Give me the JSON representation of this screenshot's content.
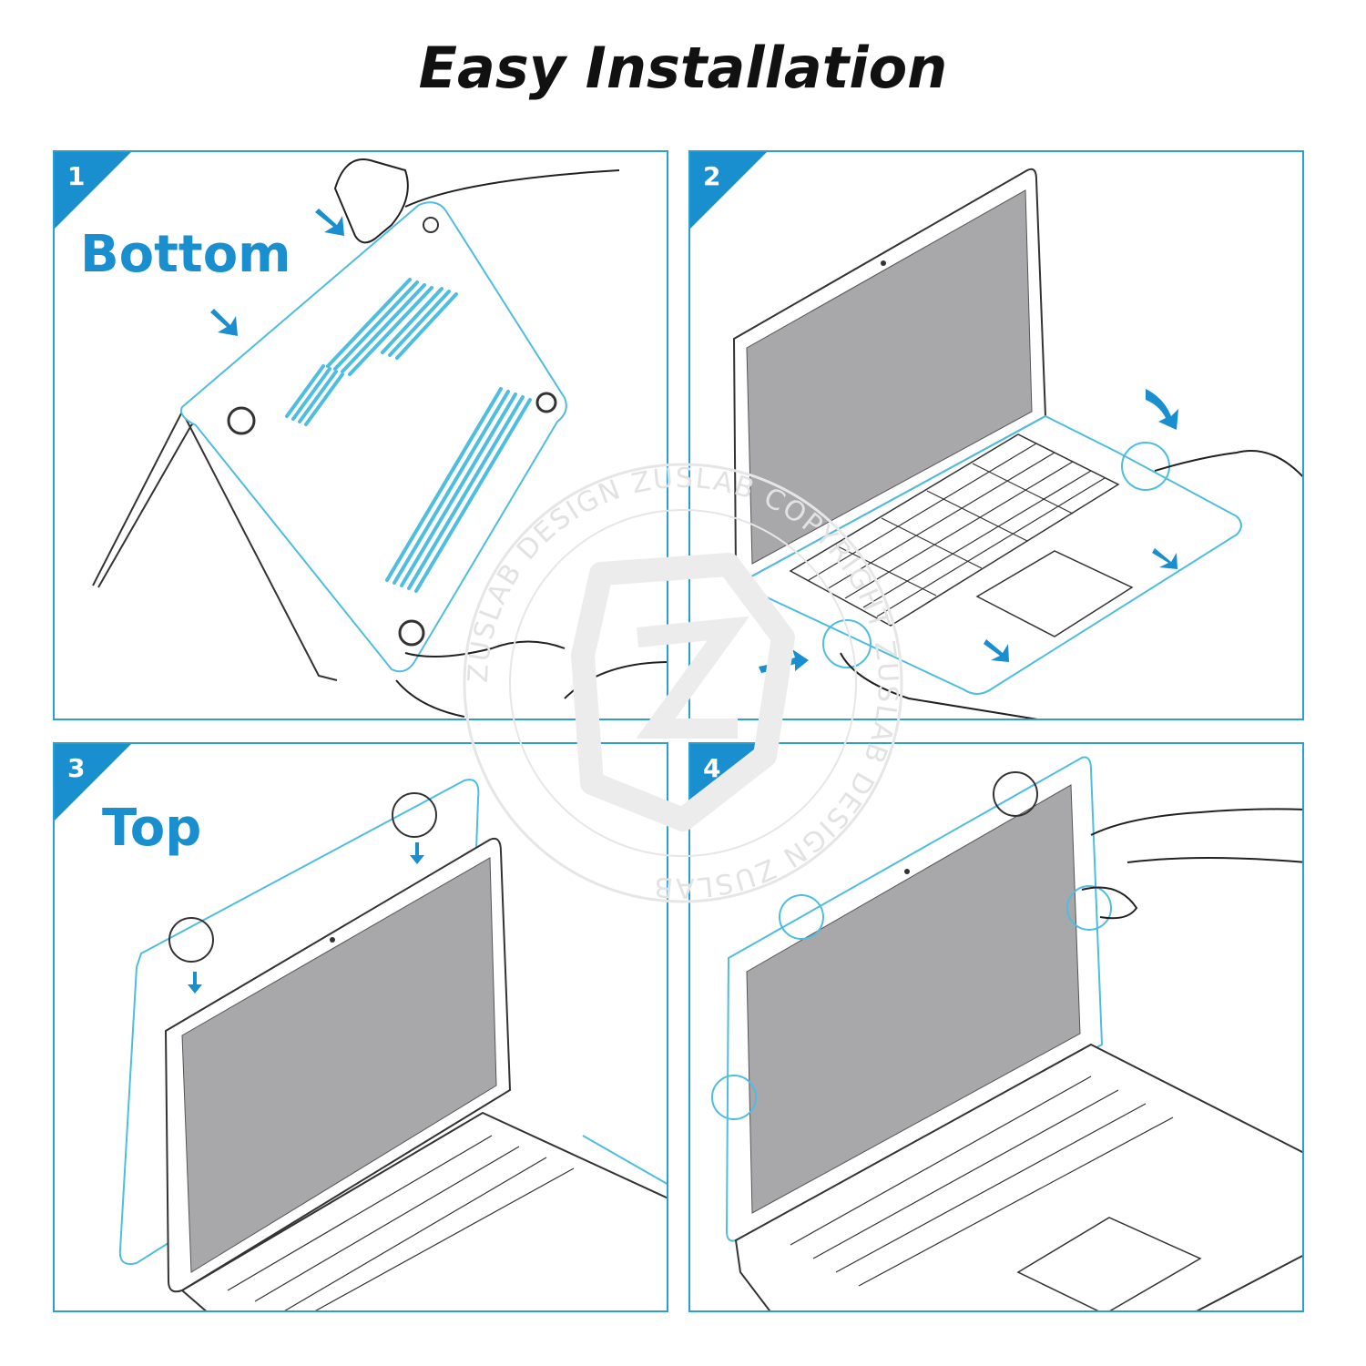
{
  "title": "Easy Installation",
  "colors": {
    "accent": "#1a8fd0",
    "frame": "#2a9fd0",
    "screen": "#a8a8aa",
    "line": "#333333",
    "case": "#4dbde0"
  },
  "steps": [
    {
      "number": "1",
      "label": "Bottom"
    },
    {
      "number": "2",
      "label": ""
    },
    {
      "number": "3",
      "label": "Top"
    },
    {
      "number": "4",
      "label": ""
    }
  ],
  "watermark": {
    "ring_text": "ZUSLAB DESIGN ZUSLAB COPYRIGHT ZUSLAB DESIGN ZUSLAB"
  }
}
